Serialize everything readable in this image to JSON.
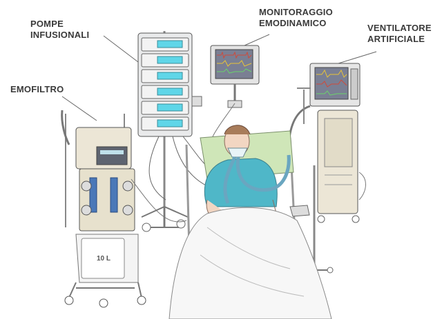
{
  "labels": {
    "pompe": {
      "line1": "POMPE",
      "line2": "INFUSIONALI"
    },
    "monitoraggio": {
      "line1": "MONITORAGGIO",
      "line2": "EMODINAMICO"
    },
    "ventilatore": {
      "line1": "VENTILATORE",
      "line2": "ARTIFICIALE"
    },
    "emofiltro": {
      "line1": "EMOFILTRO"
    }
  },
  "machine_markings": {
    "tank_volume": "10 L"
  },
  "colors": {
    "outline": "#555555",
    "monitor_screen": "#7a7f93",
    "screen_trace_red": "#d04a3a",
    "screen_trace_yellow": "#e8c33a",
    "pump_display": "#5fd6e8",
    "patient_gown": "#4fb7c8",
    "pillow": "#cfe6b8",
    "skin": "#f2d6c2",
    "machine_body": "#ece6d6",
    "module_blue": "#4a78b8"
  }
}
